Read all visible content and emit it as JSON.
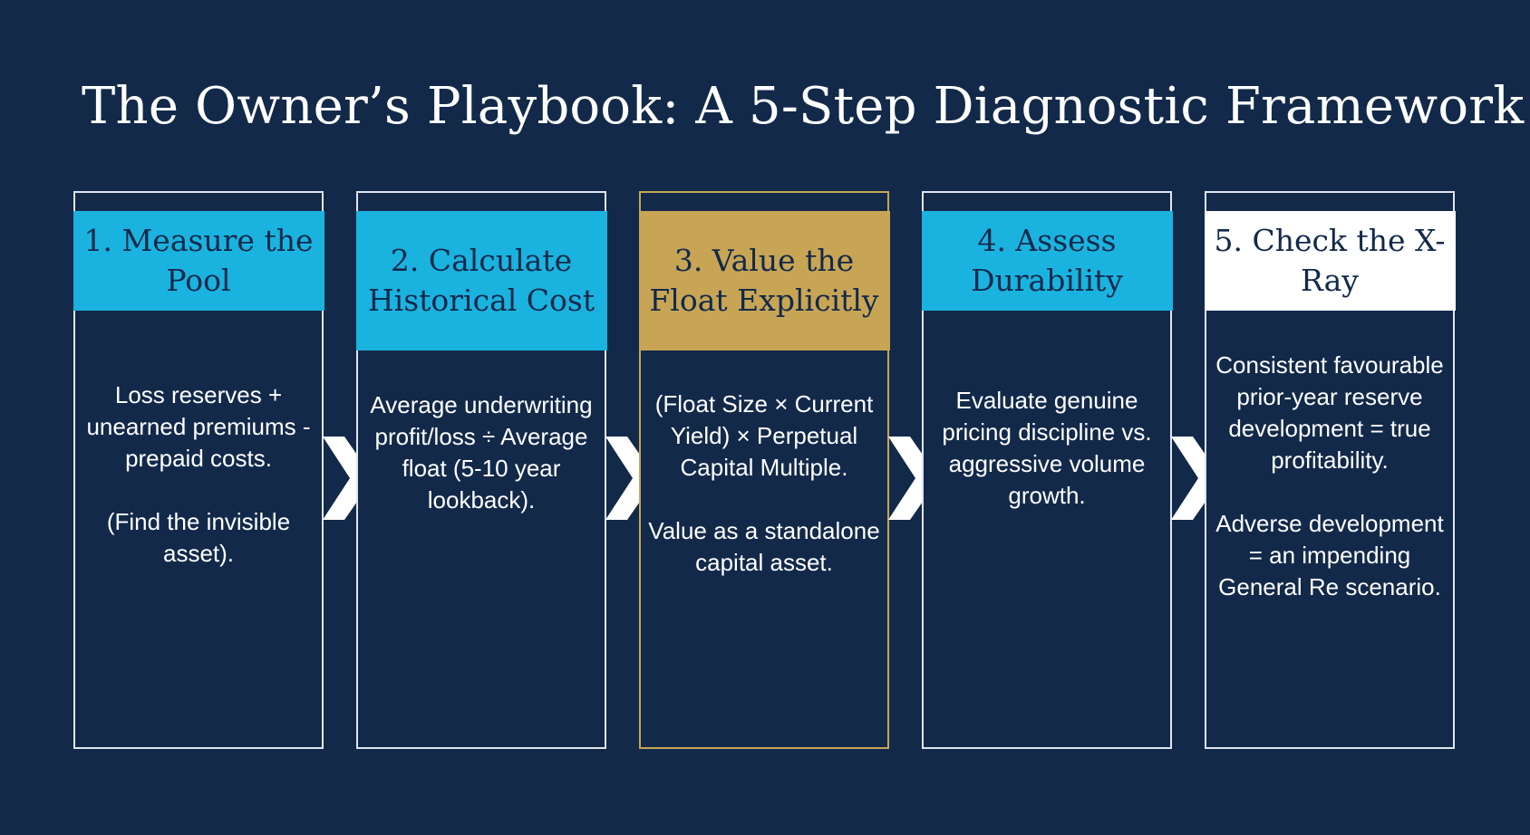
{
  "title": "The Owner’s Playbook: A 5-Step Diagnostic Framework",
  "colors": {
    "background": "#13294a",
    "cyan": "#1ab3df",
    "gold": "#c7a555",
    "white": "#ffffff",
    "card_border": "#dfe6ee"
  },
  "steps": [
    {
      "heading": "1. Measure the Pool",
      "body": [
        "Loss reserves + unearned premiums - prepaid costs.",
        "(Find the invisible asset)."
      ]
    },
    {
      "heading": "2. Calculate Historical Cost",
      "body": [
        "Average underwriting profit/loss ÷ Average float (5-10 year lookback)."
      ]
    },
    {
      "heading": "3. Value the Float Explicitly",
      "body": [
        "(Float Size × Current Yield) × Perpetual Capital Multiple.",
        "Value as a standalone capital asset."
      ]
    },
    {
      "heading": "4. Assess Durability",
      "body": [
        "Evaluate genuine pricing discipline vs. aggressive volume growth."
      ]
    },
    {
      "heading": "5. Check the X-Ray",
      "body": [
        "Consistent favourable prior-year reserve development = true profitability.",
        "Adverse development = an impending General Re scenario."
      ]
    }
  ]
}
